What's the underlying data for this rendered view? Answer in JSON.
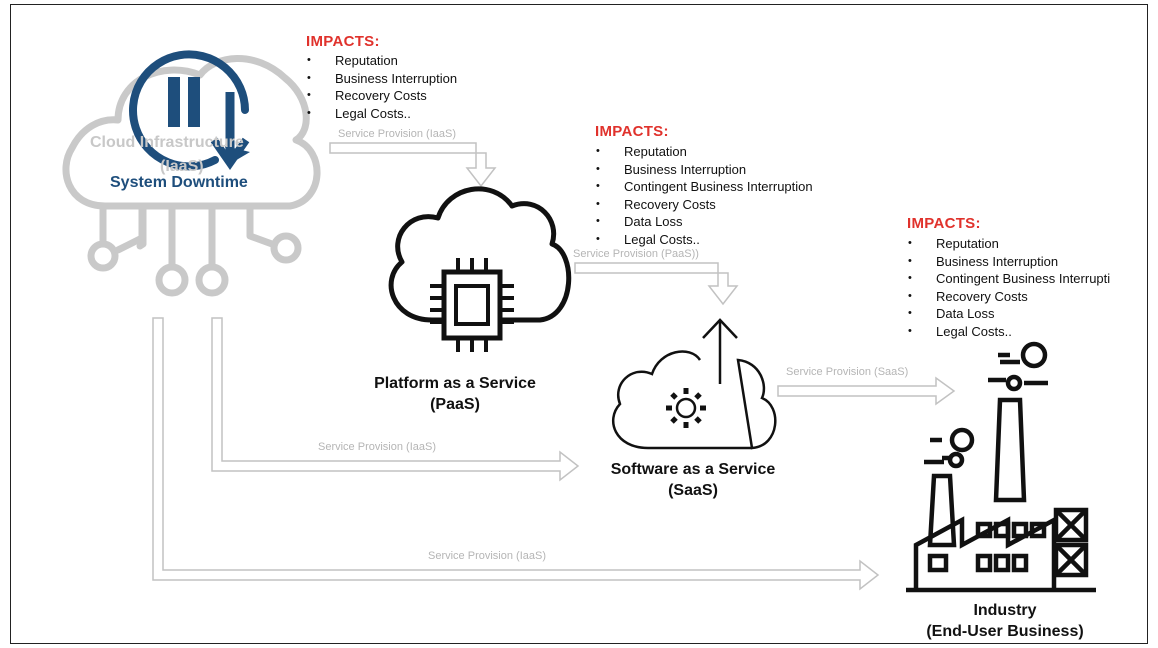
{
  "iaas": {
    "label_line1": "Cloud Infrastructure",
    "label_line2": "(IaaS)",
    "event": "System Downtime",
    "impacts_title": "IMPACTS:",
    "impacts": [
      "Reputation",
      "Business Interruption",
      "Recovery Costs",
      "Legal Costs.."
    ]
  },
  "paas": {
    "label_line1": "Platform as a Service",
    "label_line2": "(PaaS)",
    "impacts_title": "IMPACTS:",
    "impacts": [
      "Reputation",
      "Business Interruption",
      "Contingent Business Interruption",
      "Recovery Costs",
      "Data Loss",
      "Legal Costs.."
    ]
  },
  "saas": {
    "label_line1": "Software as a Service",
    "label_line2": "(SaaS)",
    "impacts_title": "IMPACTS:",
    "impacts": [
      "Reputation",
      "Business Interruption",
      "Contingent Business Interrupti",
      "Recovery Costs",
      "Data Loss",
      "Legal Costs.."
    ]
  },
  "industry": {
    "label_line1": "Industry",
    "label_line2": "(End-User Business)"
  },
  "flows": {
    "iaas_to_paas": "Service Provision (IaaS)",
    "paas_to_saas": "Service Provision (PaaS))",
    "saas_to_industry": "Service Provision (SaaS)",
    "iaas_to_saas": "Service Provision (IaaS)",
    "iaas_to_industry": "Service Provision (IaaS)"
  },
  "colors": {
    "impacts_title": "#e0322c",
    "downtime_icon": "#1e4e7c",
    "faded_gray": "#c8c8c8",
    "flow_gray": "#b5b5b5"
  },
  "icons": [
    "pause-downtime-icon",
    "cloud-circuit-icon",
    "cloud-chip-icon",
    "cloud-gear-upload-icon",
    "factory-icon"
  ]
}
